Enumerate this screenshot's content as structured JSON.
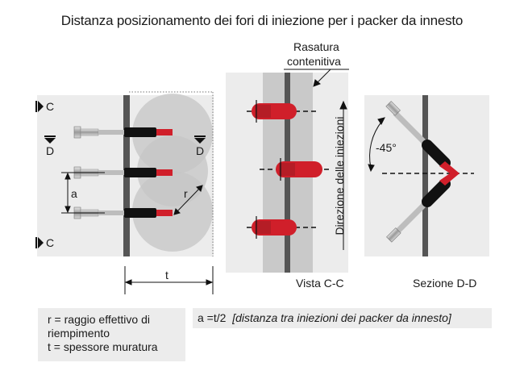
{
  "title": "Distanza posizionamento dei fori di iniezione per i packer da innesto",
  "labels": {
    "section_c": "C",
    "section_d": "D",
    "dim_a": "a",
    "dim_t": "t",
    "dim_r": "r",
    "rasatura_line1": "Rasatura",
    "rasatura_line2": "contenitiva",
    "direction": "Direzione delle iniezioni",
    "angle": "-45°",
    "view_cc": "Vista C-C",
    "section_dd": "Sezione D-D"
  },
  "legend": {
    "r_line1": "r = raggio effettivo di",
    "r_line2": "riempimento",
    "t_line": "t = spessore muratura"
  },
  "formula": {
    "expr": "a =t/2",
    "note": "[distanza tra iniezioni dei packer da innesto]"
  },
  "colors": {
    "panel": "#ececec",
    "wall": "#555555",
    "circle": "#c8c8c8",
    "packer_red": "#d01f2a",
    "packer_dark": "#9e1b22",
    "black": "#111111"
  }
}
